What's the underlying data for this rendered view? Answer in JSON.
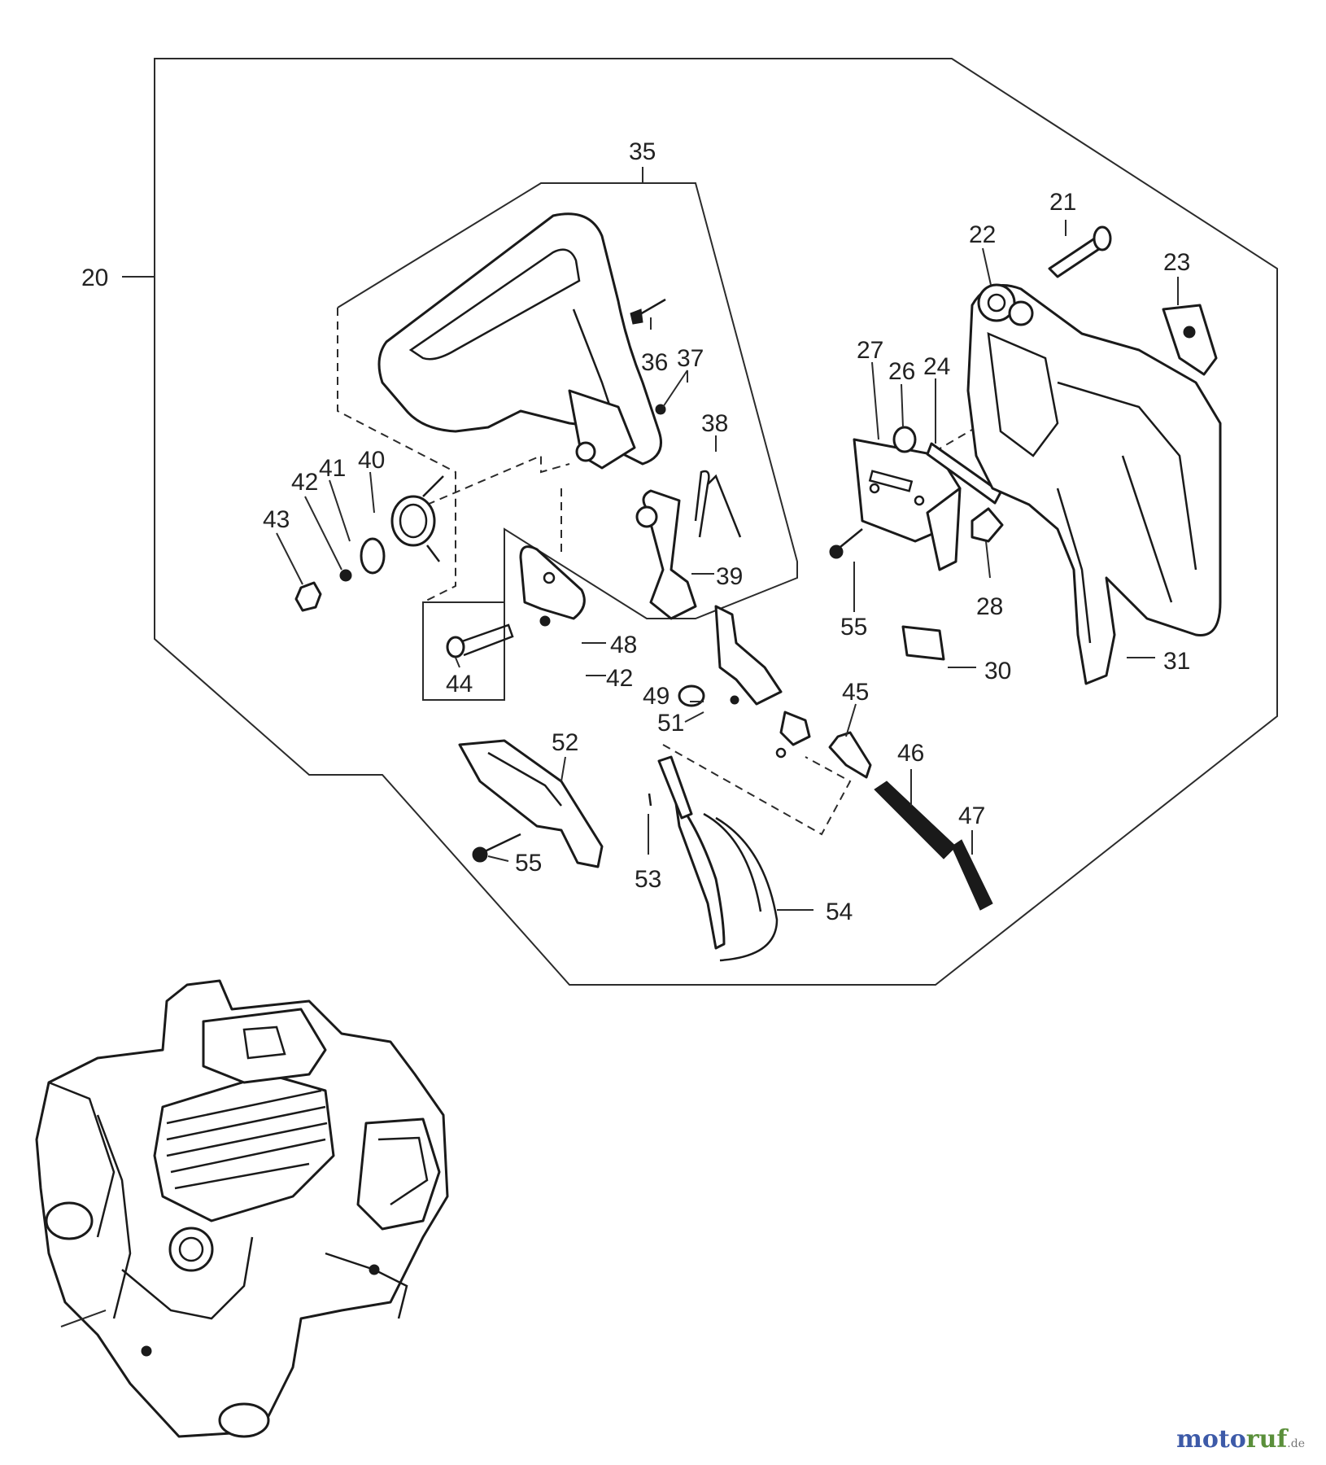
{
  "labels": {
    "p20": "20",
    "p21": "21",
    "p22": "22",
    "p23": "23",
    "p24": "24",
    "p26": "26",
    "p27": "27",
    "p28": "28",
    "p30": "30",
    "p31": "31",
    "p35": "35",
    "p36": "36",
    "p37": "37",
    "p38": "38",
    "p39": "39",
    "p40": "40",
    "p41": "41",
    "p42a": "42",
    "p42b": "42",
    "p43": "43",
    "p44": "44",
    "p45": "45",
    "p46": "46",
    "p47": "47",
    "p48": "48",
    "p49": "49",
    "p51": "51",
    "p52": "52",
    "p53": "53",
    "p54": "54",
    "p55a": "55",
    "p55b": "55"
  },
  "watermark": {
    "part1": "moto",
    "part2": "ruf",
    "tld": ".de"
  }
}
